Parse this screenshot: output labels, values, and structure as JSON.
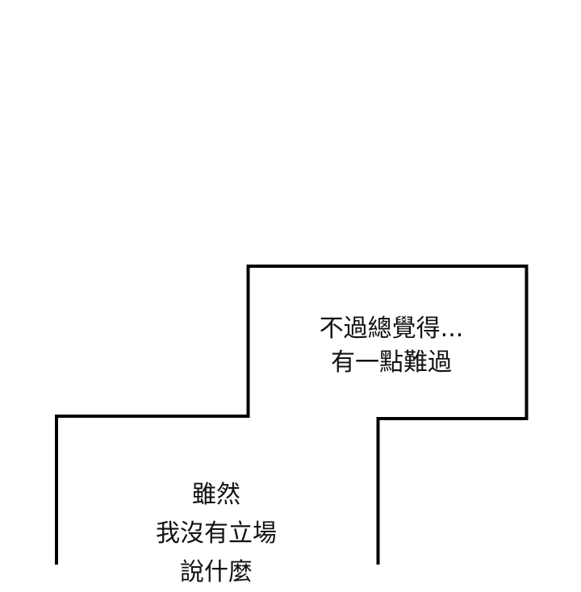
{
  "panel": {
    "background": "#ffffff",
    "border_color": "#000000"
  },
  "speech_top": {
    "lines": [
      "不過總覺得...",
      "有一點難過"
    ]
  },
  "speech_bottom": {
    "lines": [
      "雖然",
      "我沒有立場",
      "說什麼"
    ]
  }
}
